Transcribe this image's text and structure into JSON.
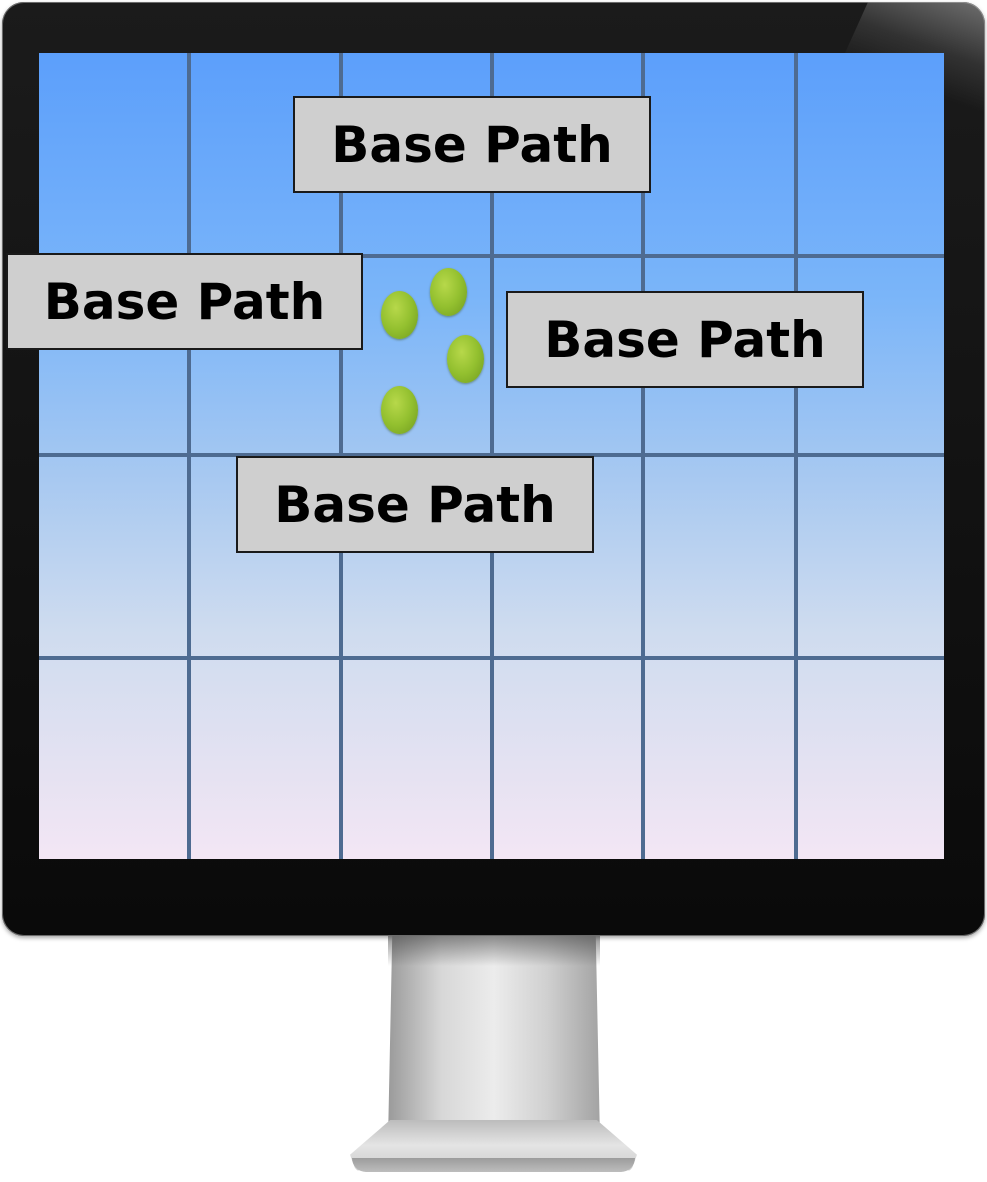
{
  "scene": {
    "frame_color": "#111111",
    "screen_gradient_top": "#5c9ffb",
    "screen_gradient_bottom": "#f3e6f4",
    "grid_color": "#4e6b91",
    "dot_color": "#93c02f",
    "label_fill": "#cfcfcf"
  },
  "labels": [
    {
      "text": "Base Path"
    },
    {
      "text": "Base Path"
    },
    {
      "text": "Base Path"
    },
    {
      "text": "Base Path"
    }
  ]
}
